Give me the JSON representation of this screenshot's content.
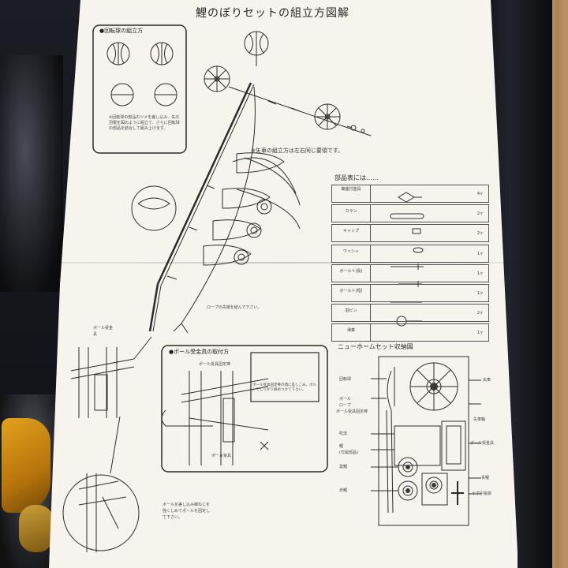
{
  "title": "鯉のぼりセットの組立方図解",
  "rotor_panel": {
    "heading": "回転球の組立方",
    "note": "※回転球の部品のツメを差し込み、矢の羽根を図のように組立て、さらに回転球の部品を結合して組み上げます。"
  },
  "arrow_note": "※矢車の組立方は左右同じ要領です。",
  "rope_note": "ロープの先端を結んで下さい。",
  "pole_label": "ポール受金具",
  "pole_panel": {
    "heading": "ポール受金具の取付方",
    "sublabel": "ポール受具固定棒",
    "inset_note": "ポール受具固定棒の間に差しこみ、ボルトでしっかり締めつけて下さい。",
    "bottom_label": "ポール受具"
  },
  "insert_note": "ポールを差し込み蝶ねじを強くしめてポールを固定して下さい。",
  "parts": {
    "title": "部品表には……",
    "rows": [
      {
        "name": "蝶座付金具",
        "count": "4ヶ"
      },
      {
        "name": "カラン",
        "count": "2ヶ"
      },
      {
        "name": "キャップ",
        "count": "2ヶ"
      },
      {
        "name": "ワッシャ",
        "count": "1ヶ"
      },
      {
        "name": "ボールト(長)",
        "count": "1ヶ"
      },
      {
        "name": "ボールト(短)",
        "count": "1ヶ"
      },
      {
        "name": "割ピン",
        "count": "2ヶ"
      },
      {
        "name": "滑車",
        "count": "1ヶ"
      }
    ]
  },
  "storage": {
    "title": "ニューホームセット収納図",
    "labels": {
      "rotor": "回転球",
      "pole": "ポール",
      "rope": "ロープ",
      "pole_fix": "ポール受具固定棒",
      "streamer": "吹流",
      "carp": "鯉",
      "carp_note": "(付属部品)",
      "black_carp": "黒鯉",
      "red_carp": "赤鯉",
      "arrow": "矢車",
      "arrow_shaft": "矢車軸",
      "pole_bracket": "ポール受金具",
      "blue_carp": "青鯉",
      "cross": "十字引張受"
    }
  },
  "colors": {
    "paper": "#f7f4ed",
    "ink": "#2b2b2b",
    "box": "#15161b"
  }
}
